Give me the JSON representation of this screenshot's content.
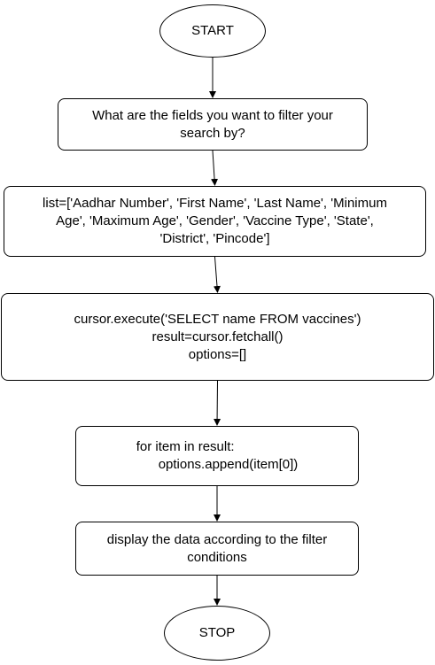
{
  "diagram": {
    "nodes": [
      {
        "id": "start",
        "shape": "ellipse",
        "text": "START"
      },
      {
        "id": "question",
        "shape": "rounded-rect",
        "text": "What are the fields you want to filter your\nsearch by?"
      },
      {
        "id": "list",
        "shape": "rounded-rect",
        "text": "list=['Aadhar Number', 'First Name', 'Last Name', 'Minimum\nAge', 'Maximum Age', 'Gender', 'Vaccine Type', 'State',\n'District', 'Pincode']"
      },
      {
        "id": "query",
        "shape": "rounded-rect",
        "text": "cursor.execute('SELECT name FROM vaccines')\nresult=cursor.fetchall()\noptions=[]"
      },
      {
        "id": "loop",
        "shape": "rounded-rect",
        "text": "for item in result:\n      options.append(item[0])"
      },
      {
        "id": "display",
        "shape": "rounded-rect",
        "text": "display the data according to the filter\nconditions"
      },
      {
        "id": "stop",
        "shape": "ellipse",
        "text": "STOP"
      }
    ],
    "edges": [
      {
        "from": "start",
        "to": "question"
      },
      {
        "from": "question",
        "to": "list"
      },
      {
        "from": "list",
        "to": "query"
      },
      {
        "from": "query",
        "to": "loop"
      },
      {
        "from": "loop",
        "to": "display"
      },
      {
        "from": "display",
        "to": "stop"
      }
    ],
    "colors": {
      "stroke": "#000000",
      "fill": "#ffffff",
      "text": "#000000"
    }
  }
}
